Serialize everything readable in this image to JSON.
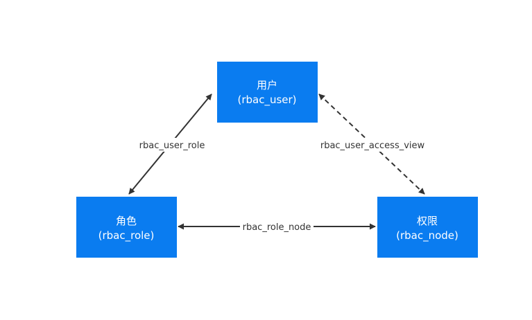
{
  "nodes": {
    "user": {
      "title": "用户",
      "subtitle": "(rbac_user)"
    },
    "role": {
      "title": "角色",
      "subtitle": "(rbac_role)"
    },
    "node": {
      "title": "权限",
      "subtitle": "(rbac_node)"
    }
  },
  "edges": {
    "user_role": {
      "label": "rbac_user_role",
      "style": "solid",
      "direction": "both"
    },
    "user_access_view": {
      "label": "rbac_user_access_view",
      "style": "dashed",
      "direction": "both"
    },
    "role_node": {
      "label": "rbac_role_node",
      "style": "solid",
      "direction": "both"
    }
  },
  "colors": {
    "node_fill": "#0a7cf0",
    "node_text": "#ffffff",
    "edge": "#333333",
    "background": "#ffffff"
  }
}
